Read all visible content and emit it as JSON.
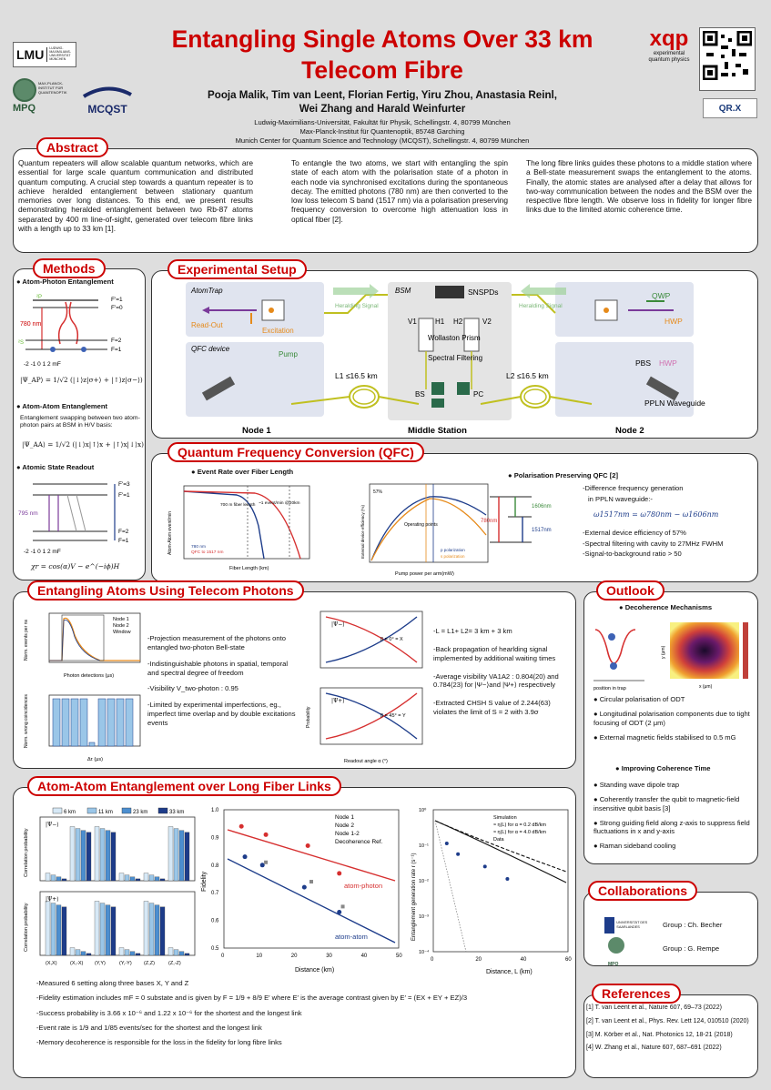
{
  "header": {
    "title_line1": "Entangling Single Atoms Over 33 km",
    "title_line2": "Telecom Fibre",
    "authors_line1": "Pooja Malik, Tim van Leent, Florian Fertig, Yiru Zhou, Anastasia Reinl,",
    "authors_line2": "Wei Zhang and Harald Weinfurter",
    "affil1": "Ludwig-Maximilians-Universität, Fakultät für Physik, Schellingstr. 4, 80799 München",
    "affil2": "Max-Planck-Institut für Quantenoptik, 85748 Garching",
    "affil3": "Munich Center for Quantum Science and Technology (MCQST), Schellingstr. 4, 80799 München",
    "logo_lmu": "LMU",
    "logo_lmu_sub": "LUDWIG-MAXIMILIANS-UNIVERSITÄT MÜNCHEN",
    "logo_mpq_sub": "MAX-PLANCK-INSTITUT FÜR QUANTENOPTIK",
    "logo_mpq": "MPQ",
    "logo_mcqst": "MCQST",
    "logo_xqp": "xqp",
    "logo_xqp_sub": "experimental quantum physics",
    "logo_qrx": "QR.X"
  },
  "abstract": {
    "title": "Abstract",
    "col1": "Quantum repeaters will allow scalable quantum networks, which are essential for large scale quantum communication and distributed quantum computing. A crucial step towards a quantum repeater is to achieve heralded entanglement between stationary quantum memories over long distances. To this end, we present results demonstrating heralded entanglement between two Rb-87 atoms separated by 400 m line-of-sight, generated over telecom fibre links with a length up to 33 km [1].",
    "col2": "To entangle the two atoms, we start with entangling the spin state of each atom with the polarisation state of a photon in each node via synchronised excitations during the spontaneous decay. The emitted photons (780 nm) are then converted to the low loss telecom S band (1517 nm) via a polarisation preserving frequency conversion to overcome high attenuation loss in optical fiber [2].",
    "col3": "The long fibre links guides these photons to a middle station where a Bell-state measurement swaps the entanglement to the atoms. Finally, the atomic states are analysed after a delay that allows for two-way communication between the nodes and the BSM over the respective fibre length. We observe loss in fidelity for longer fibre links due to the limited atomic coherence time."
  },
  "methods": {
    "title": "Methods",
    "h1": "Atom-Photon Entanglement",
    "h2": "Atom-Atom Entanglement",
    "h2_text": "Entanglement swapping between two atom-photon pairs at BSM in H/V basis:",
    "h3": "Atomic State Readout",
    "f1": "F'=1",
    "f0": "F'=0",
    "f2": "F=2",
    "f1b": "F=1",
    "f3": "F'=3",
    "f1c": "F'=1",
    "f2b": "F=2",
    "f1d": "F=1",
    "nm780": "780 nm",
    "nm795": "795 nm",
    "mf": "-2   -1    0    1    2   mF",
    "eq_ap": "|Ψ_AP⟩ = 1/√2 (|↓⟩z|σ+⟩ + |↑⟩z|σ−⟩)",
    "eq_aa": "|Ψ_AA⟩ = 1/√2 (|↓⟩x|↑⟩x + |↑⟩x|↓⟩x)",
    "eq_chi": "χr = cos(α)V − e^(−iϕ)H"
  },
  "setup": {
    "title": "Experimental Setup",
    "atomtrap": "AtomTrap",
    "readout": "Read-Out",
    "excitation": "Excitation",
    "qfc": "QFC device",
    "pump": "Pump",
    "bsm": "BSM",
    "snspds": "SNSPDs",
    "v1": "V1",
    "h1": "H1",
    "h2": "H2",
    "v2": "V2",
    "wollaston": "Wollaston Prism",
    "spectral": "Spectral Filtering",
    "bs": "BS",
    "pc": "PC",
    "heralding": "Heralding Signal",
    "l1": "L1 ≤16.5 km",
    "l2": "L2 ≤16.5 km",
    "qwp": "QWP",
    "hwp": "HWP",
    "pbs": "PBS",
    "hwp2": "HWP",
    "ppln": "PPLN Waveguide",
    "node1": "Node 1",
    "middle": "Middle Station",
    "node2": "Node 2"
  },
  "qfc": {
    "title": "Quantum Frequency Conversion (QFC)",
    "event_title": "Event Rate over Fiber Length",
    "pol_title": "Polarisation Preserving QFC [2]",
    "b1": "-Difference frequency generation",
    "b1b": "in PPLN waveguide:-",
    "formula": "ω1517nm = ω780nm − ω1606nm",
    "b2": "-External device efficiency of 57%",
    "b3": "-Spectral filtering with cavity to 27MHz FWHM",
    "b4": "-Signal-to-background ratio > 50",
    "nm1606": "1606nm",
    "nm1517": "1517nm",
    "nm780": "780nm",
    "eff_pct": "57%",
    "op_points": "Operating points",
    "leg_p": "p polarization",
    "leg_s": "s polarization",
    "x2label": "Pump power per arm(mW)",
    "y2label": "External device efficiency (%)",
    "xlabel": "Fiber Length (km)",
    "ylabel": "Atom-Atom event/min",
    "ann1": "700 m fiber length",
    "ann2": "~1 event/min @20km",
    "leg780": "780 nm",
    "legqfc": "QFC to 1517 nm"
  },
  "telecom": {
    "title": "Entangling Atoms Using Telecom Photons",
    "l1": "-Projection measurement of the photons onto entangled two-photon Bell-state",
    "l2": "-Indistinguishable photons in spatial, temporal and spectral degree of freedom",
    "l3": "-Visibility V_two-photon : 0.95",
    "l4": "-Limited by experimental imperfections, eg., imperfect time overlap and by double excitations events",
    "r1": "-L = L1+ L2= 3 km + 3 km",
    "r2": "-Back propagation of hearlding signal implemented by additional waiting times",
    "r3": "-Average visibility VA1A2 : 0.804(20) and 0.784(23) for |Ψ−⟩and |Ψ+⟩ respectively",
    "r4": "-Extracted CHSH S value of 2.244(63) violates the limit of S = 2 with 3.9σ",
    "node1": "Node 1",
    "node2": "Node 2",
    "window": "Window",
    "xlab1": "Photon detections (μs)",
    "xlab2": "Δτ (μs)",
    "ylab1": "Norm. events per ns",
    "ylab2": "Norm. wrong coincidences",
    "xlab3": "Readout angle α (°)",
    "ylab3": "Probability",
    "beta1": "β = 0° = X",
    "beta2": "β = 45° = Y",
    "psim": "|Ψ−⟩",
    "psip": "|Ψ+⟩"
  },
  "outlook": {
    "title": "Outlook",
    "h1": "Decoherence Mechanisms",
    "i1": "Circular polarisation of ODT",
    "i2": "Longitudinal polarisation components due to tight focusing of ODT (2 μm)",
    "i3": "External magnetic fields stabilised to 0.5 mG",
    "h2": "Improving Coherence Time",
    "i4": "Standing wave dipole trap",
    "i5": "Coherently transfer the qubit to magnetic-field insensitive qubit basis [3]",
    "i6": "Strong guiding field along z-axis to suppress field fluctuations in x and y-axis",
    "i7": "Raman sideband cooling",
    "pos": "position in trap",
    "xlab": "x (μm)",
    "ylab": "y (μm)"
  },
  "longfiber": {
    "title": "Atom-Atom Entanglement over Long Fiber Links",
    "leg": [
      "6 km",
      "11 km",
      "23 km",
      "33 km"
    ],
    "cats": [
      "(X,X)",
      "(X,-X)",
      "(Y,Y)",
      "(Y,-Y)",
      "(Z,Z)",
      "(Z,-Z)"
    ],
    "ylab": "Correlation probability",
    "fid_leg": [
      "Node 1",
      "Node 2",
      "Node 1-2",
      "Decoherence Ref."
    ],
    "fid_xlab": "Distance (km)",
    "fid_ylab": "Fidelity",
    "atom_photon": "atom-photon",
    "atom_atom": "atom-atom",
    "rate_leg": [
      "Simulation",
      "≈ η(L) for α = 0.2 dB/km",
      "≈ η(L) for α = 4.0 dB/km",
      "Data"
    ],
    "rate_xlab": "Distance, L (km)",
    "rate_ylab": "Entanglement generation rate r (s⁻¹)",
    "b1": "-Measured 6 setting along three bases X, Y and Z",
    "b2": "-Fidelity estimation includes mF = 0 substate and is given by F = 1/9 + 8/9 E′ where E′ is the average contrast given by E′ = (EX + EY + EZ)/3",
    "b3": "-Success probability is 3.66 x 10⁻⁶ and 1.22 x 10⁻⁶ for the shortest and the longest link",
    "b4": "-Event rate is 1/9 and 1/85 events/sec for the shortest and the longest link",
    "b5": "-Memory decoherence is responsible for the loss in the fidelity for long fibre links",
    "psim": "|Ψ−⟩",
    "psip": "|Ψ+⟩"
  },
  "collab": {
    "title": "Collaborations",
    "g1": "Group : Ch. Becher",
    "g2": "Group : G. Rempe",
    "l1": "UNIVERSITÄT DES SAARLANDES",
    "l2": "MPQ"
  },
  "references": {
    "title": "References",
    "r1": "[1] T. van Leent et al., Nature 607, 69–73 (2022)",
    "r2": "[2] T. van Leent et al., Phys. Rev. Lett 124, 010510 (2020)",
    "r3": "[3] M. Körber et al., Nat. Photonics 12, 18-21 (2018)",
    "r4": "[4] W. Zhang et al., Nature 607, 687–691 (2022)"
  },
  "colors": {
    "accent": "#cc0000",
    "navy": "#1d3c8a",
    "red": "#d62f2f",
    "orange": "#e68a1a",
    "blue": "#3d62b5"
  }
}
